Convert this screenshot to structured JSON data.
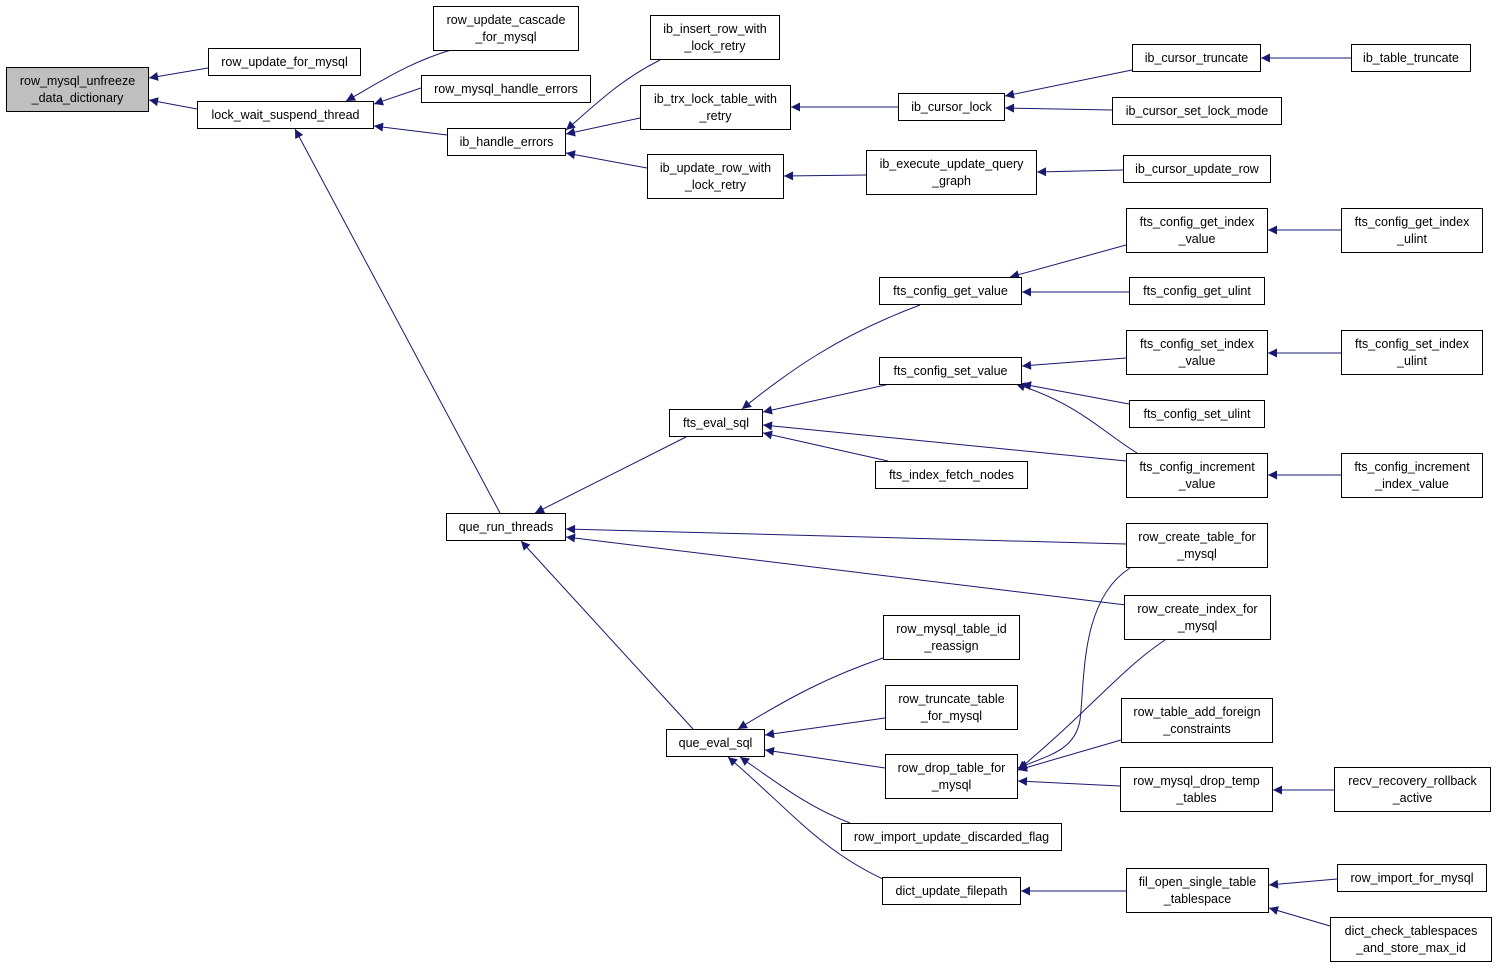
{
  "colors": {
    "edge": "#191970",
    "node_border": "#000000",
    "node_fill": "#ffffff",
    "root_fill": "#bfbfbf"
  },
  "nodes": {
    "row_mysql_unfreeze_data_dictionary": "row_mysql_unfreeze\n_data_dictionary",
    "row_update_for_mysql": "row_update_for_mysql",
    "lock_wait_suspend_thread": "lock_wait_suspend_thread",
    "row_update_cascade_for_mysql": "row_update_cascade\n_for_mysql",
    "row_mysql_handle_errors": "row_mysql_handle_errors",
    "ib_handle_errors": "ib_handle_errors",
    "ib_insert_row_with_lock_retry": "ib_insert_row_with\n_lock_retry",
    "ib_trx_lock_table_with_retry": "ib_trx_lock_table_with\n_retry",
    "ib_update_row_with_lock_retry": "ib_update_row_with\n_lock_retry",
    "ib_cursor_lock": "ib_cursor_lock",
    "ib_execute_update_query_graph": "ib_execute_update_query\n_graph",
    "ib_cursor_truncate": "ib_cursor_truncate",
    "ib_cursor_set_lock_mode": "ib_cursor_set_lock_mode",
    "ib_cursor_update_row": "ib_cursor_update_row",
    "ib_table_truncate": "ib_table_truncate",
    "que_run_threads": "que_run_threads",
    "fts_eval_sql": "fts_eval_sql",
    "fts_config_get_value": "fts_config_get_value",
    "fts_config_set_value": "fts_config_set_value",
    "fts_index_fetch_nodes": "fts_index_fetch_nodes",
    "fts_config_get_index_value": "fts_config_get_index\n_value",
    "fts_config_get_ulint": "fts_config_get_ulint",
    "fts_config_set_index_value": "fts_config_set_index\n_value",
    "fts_config_set_ulint": "fts_config_set_ulint",
    "fts_config_increment_value": "fts_config_increment\n_value",
    "fts_config_get_index_ulint": "fts_config_get_index\n_ulint",
    "fts_config_set_index_ulint": "fts_config_set_index\n_ulint",
    "fts_config_increment_index_value": "fts_config_increment\n_index_value",
    "row_create_table_for_mysql": "row_create_table_for\n_mysql",
    "row_create_index_for_mysql": "row_create_index_for\n_mysql",
    "que_eval_sql": "que_eval_sql",
    "row_mysql_table_id_reassign": "row_mysql_table_id\n_reassign",
    "row_truncate_table_for_mysql": "row_truncate_table\n_for_mysql",
    "row_drop_table_for_mysql": "row_drop_table_for\n_mysql",
    "row_import_update_discarded_flag": "row_import_update_discarded_flag",
    "dict_update_filepath": "dict_update_filepath",
    "row_table_add_foreign_constraints": "row_table_add_foreign\n_constraints",
    "row_mysql_drop_temp_tables": "row_mysql_drop_temp\n_tables",
    "recv_recovery_rollback_active": "recv_recovery_rollback\n_active",
    "fil_open_single_table_tablespace": "fil_open_single_table\n_tablespace",
    "row_import_for_mysql": "row_import_for_mysql",
    "dict_check_tablespaces_and_store_max_id": "dict_check_tablespaces\n_and_store_max_id"
  }
}
